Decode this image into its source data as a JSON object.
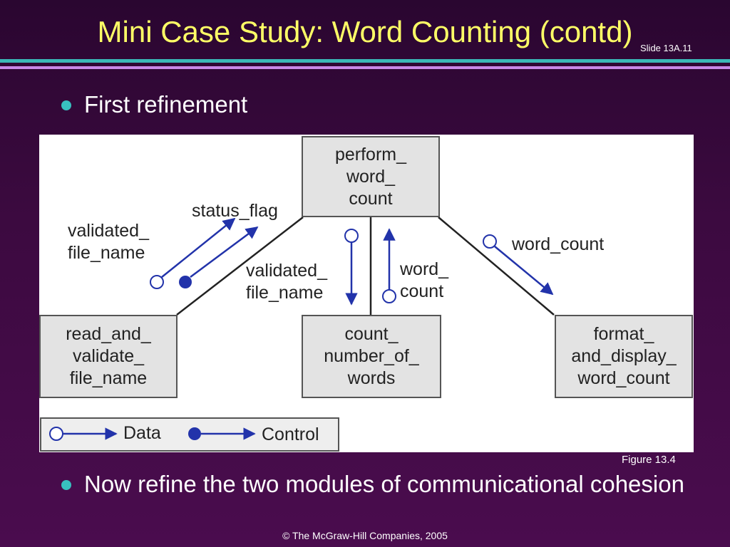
{
  "slide": {
    "title": "Mini Case Study: Word Counting (contd)",
    "slide_number": "Slide 13A.11",
    "bullets": [
      "First refinement",
      "Now refine the two modules of communicational cohesion"
    ],
    "figure_caption": "Figure 13.4",
    "copyright": "© The McGraw-Hill Companies, 2005",
    "colors": {
      "background": "#3c0a40",
      "title": "#ffff66",
      "bullet_dot": "#38c0c0",
      "rule_teal": "#3ab8b8",
      "rule_purple": "#c888e8",
      "arrow": "#2233aa"
    }
  },
  "diagram": {
    "modules": {
      "top": [
        "perform_",
        "word_",
        "count"
      ],
      "left": [
        "read_and_",
        "validate_",
        "file_name"
      ],
      "middle": [
        "count_",
        "number_of_",
        "words"
      ],
      "right": [
        "format_",
        "and_display_",
        "word_count"
      ]
    },
    "flows": {
      "left_data": [
        "validated_",
        "file_name"
      ],
      "left_control": "status_flag",
      "middle_down": [
        "validated_",
        "file_name"
      ],
      "middle_up": [
        "word_",
        "count"
      ],
      "right_data": "word_count"
    },
    "legend": {
      "data": "Data",
      "control": "Control"
    }
  }
}
